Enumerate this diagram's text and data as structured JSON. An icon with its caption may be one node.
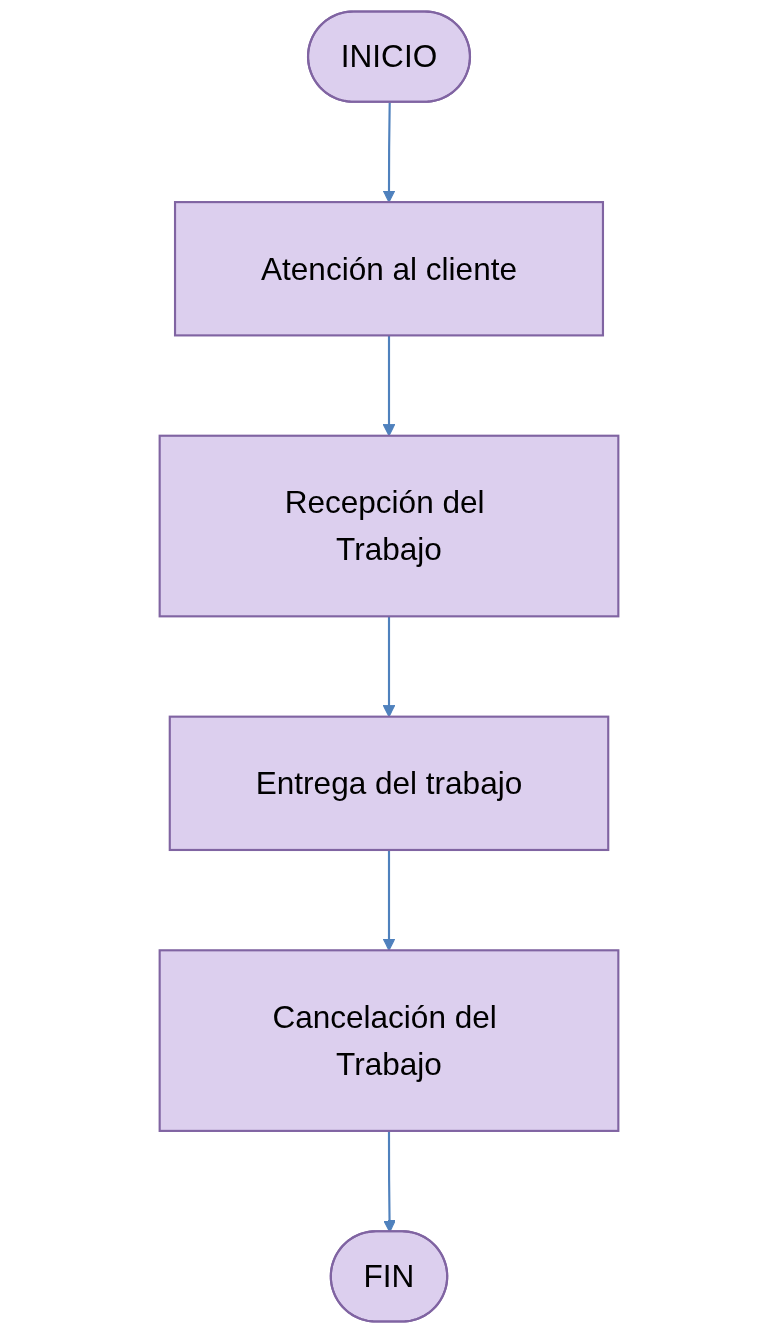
{
  "diagram": {
    "nodes": [
      {
        "text": [
          "INICIO"
        ]
      },
      {
        "text": [
          "Atención al cliente"
        ]
      },
      {
        "text": [
          "Recepción del Trabajo"
        ]
      },
      {
        "text": [
          "Entrega del trabajo"
        ]
      },
      {
        "text": [
          "Cancelación del Trabajo"
        ]
      },
      {
        "text": [
          "FIN"
        ]
      }
    ],
    "edges": [
      {
        "from": 0,
        "to": 1,
        "arrow": "to"
      },
      {
        "from": 1,
        "to": 2,
        "arrow": "to"
      },
      {
        "from": 2,
        "to": 3,
        "arrow": "to"
      },
      {
        "from": 3,
        "to": 4,
        "arrow": "to"
      },
      {
        "from": 4,
        "to": 5,
        "arrow": "to"
      }
    ]
  }
}
